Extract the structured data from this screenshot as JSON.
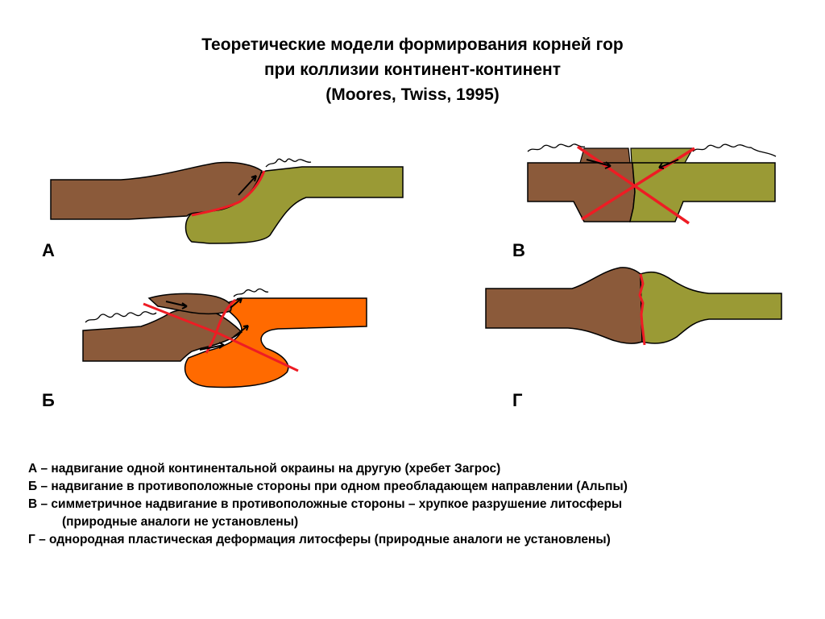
{
  "title": {
    "line1": "Теоретические модели формирования корней гор",
    "line2": "при коллизии континент-континент",
    "line3": "(Moores, Twiss, 1995)"
  },
  "panels": {
    "a": {
      "label": "А"
    },
    "b": {
      "label": "Б"
    },
    "v": {
      "label": "В"
    },
    "g": {
      "label": "Г"
    }
  },
  "legend": [
    "А – надвигание одной континентальной окраины на другую (хребет Загрос)",
    "Б – надвигание в противоположные стороны при одном преобладающем направлении (Альпы)",
    "В – симметричное надвигание в противоположные стороны – хрупкое разрушение литосферы",
    "(природные аналоги не установлены)",
    "Г – однородная пластическая деформация литосферы (природные аналоги не установлены)"
  ],
  "colors": {
    "brown": "#8b5a3a",
    "olive": "#9a9a35",
    "orange": "#ff6a00",
    "fault_red": "#ee1c24",
    "outline": "#000000"
  }
}
